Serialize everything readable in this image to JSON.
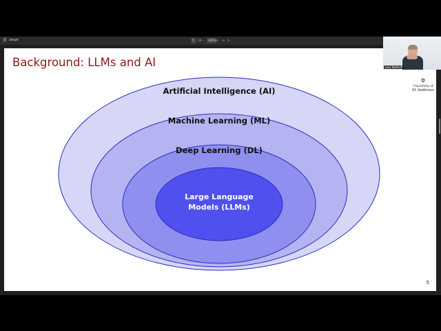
{
  "toolbar": {
    "menu_icon": "hamburger-icon",
    "document_title": "zdxyd",
    "page_current": "5",
    "page_total": "/ 16",
    "zoom_minus": "−",
    "zoom_value": "100%",
    "zoom_plus": "+",
    "fit_icon": "fit-page-icon",
    "rotate_icon": "rotate-icon"
  },
  "slide": {
    "title": "Background: LLMs and AI",
    "page_number": "5",
    "diagram": {
      "rings": [
        {
          "label": "Artificial Intelligence (AI)",
          "fill": "#d6d6f7"
        },
        {
          "label": "Machine Learning (ML)",
          "fill": "#b4b4f2"
        },
        {
          "label": "Deep Learning (DL)",
          "fill": "#8f8ff0"
        },
        {
          "label_line1": "Large Language",
          "label_line2": "Models (LLMs)",
          "fill": "#5050ee"
        }
      ],
      "stroke_color": "#2a2ac4"
    }
  },
  "video": {
    "participant_name": "Lars Kotthoff"
  },
  "logo": {
    "line1": "University of",
    "line2": "St Andrews"
  }
}
